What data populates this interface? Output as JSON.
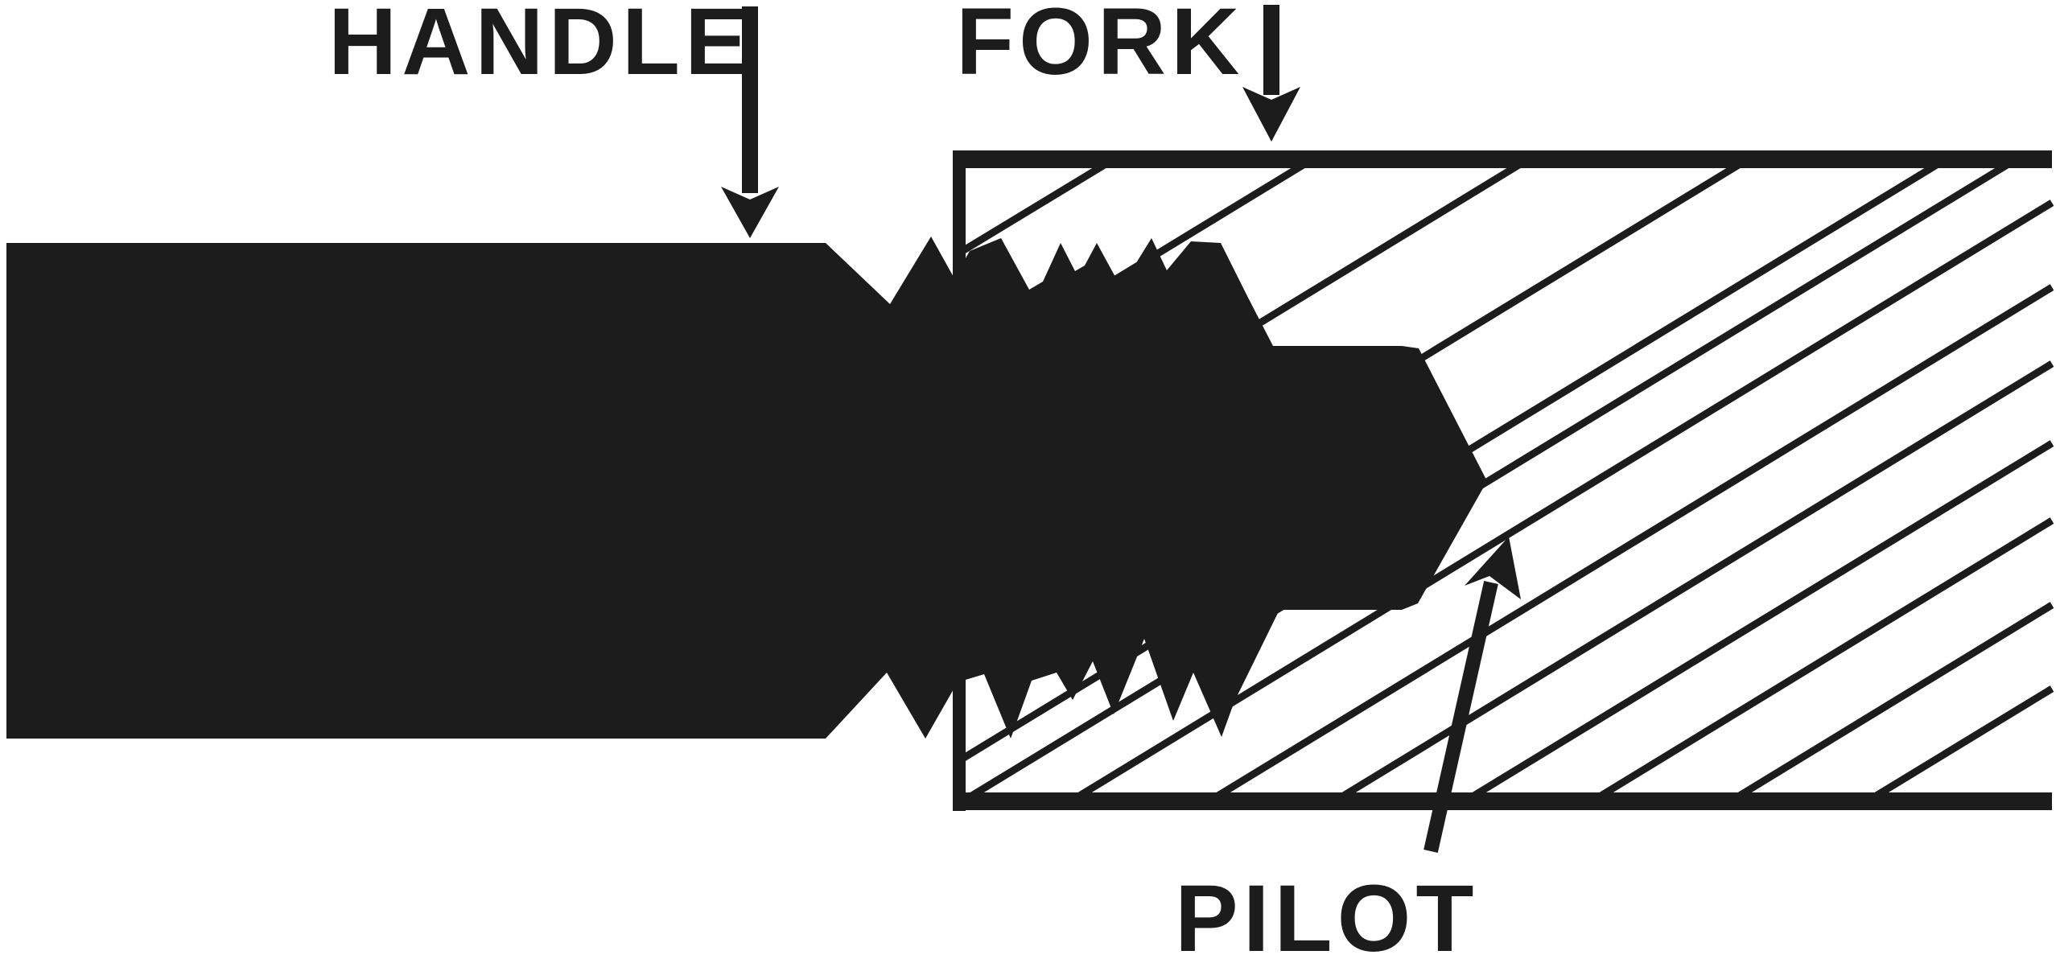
{
  "labels": {
    "handle": "HANDLE",
    "fork": "FORK",
    "pilot": "PILOT"
  },
  "colors": {
    "ink": "#1c1c1c",
    "background": "#ffffff"
  }
}
